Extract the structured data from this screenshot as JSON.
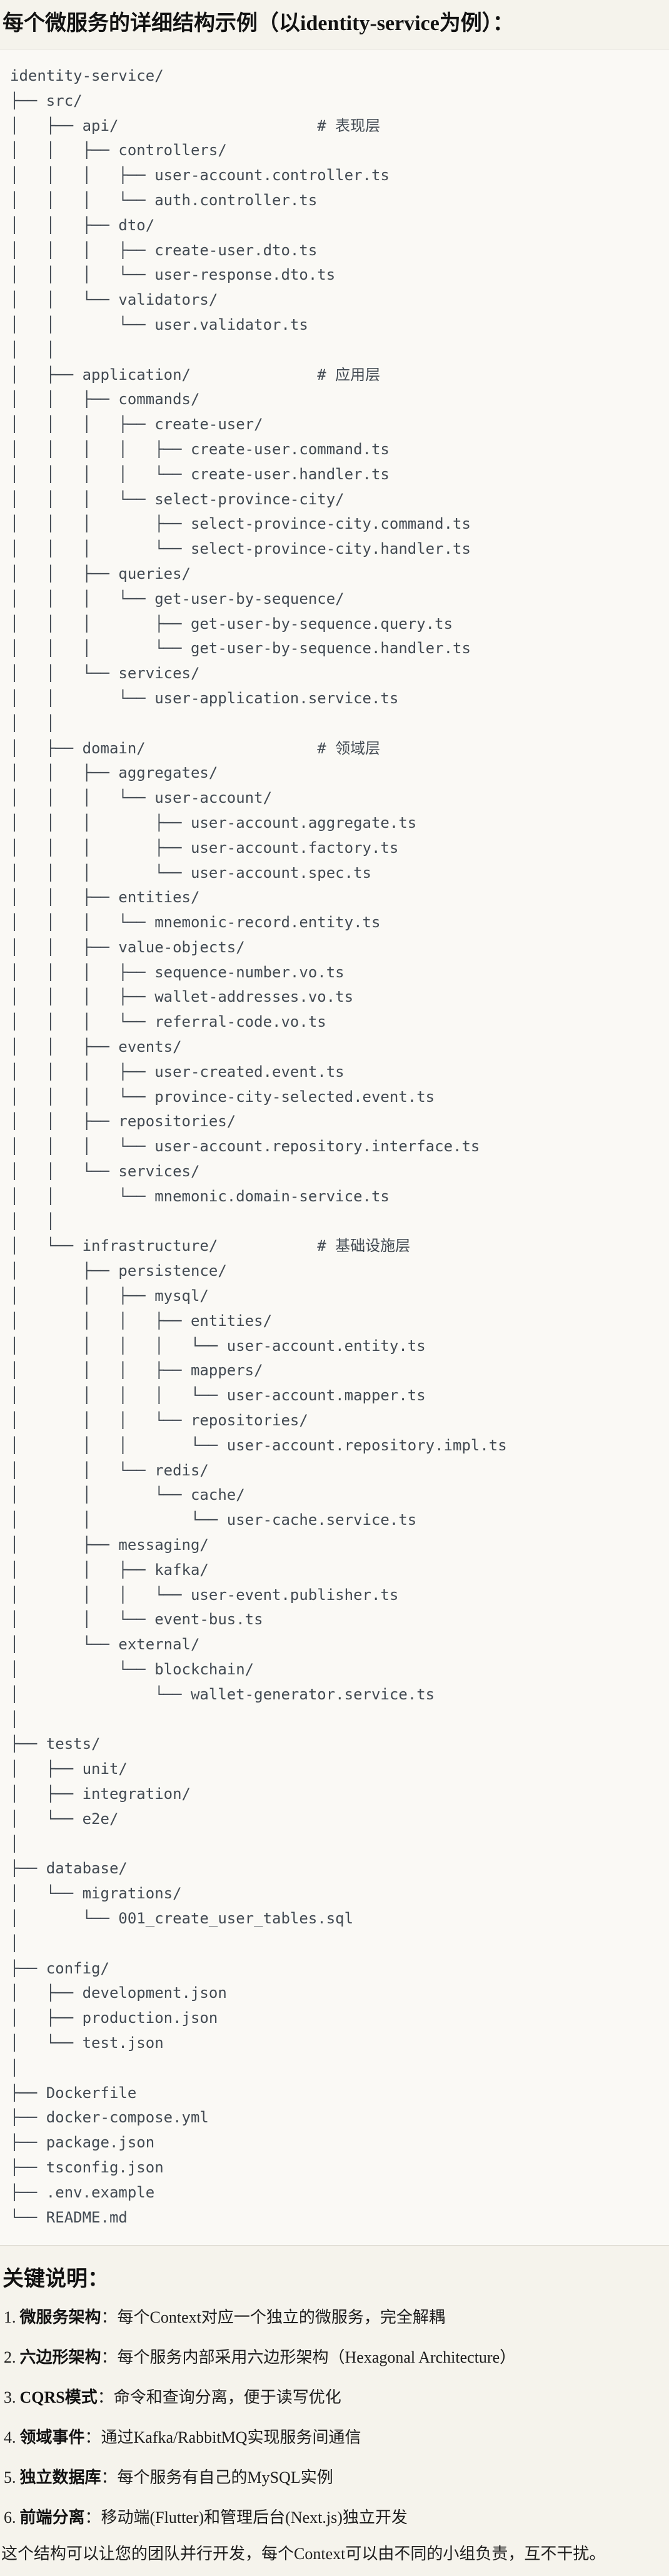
{
  "title": "每个微服务的详细结构示例（以identity-service为例）：",
  "colors": {
    "page_bg": "#f5f3ec",
    "code_bg": "#faf9f5",
    "tree_text": "#424a52",
    "body_text": "#1d1d1d",
    "divider": "#dcd9d0"
  },
  "tree_lines": [
    "identity-service/",
    "├── src/",
    "│   ├── api/                      # 表现层",
    "│   │   ├── controllers/",
    "│   │   │   ├── user-account.controller.ts",
    "│   │   │   └── auth.controller.ts",
    "│   │   ├── dto/",
    "│   │   │   ├── create-user.dto.ts",
    "│   │   │   └── user-response.dto.ts",
    "│   │   └── validators/",
    "│   │       └── user.validator.ts",
    "│   │",
    "│   ├── application/              # 应用层",
    "│   │   ├── commands/",
    "│   │   │   ├── create-user/",
    "│   │   │   │   ├── create-user.command.ts",
    "│   │   │   │   └── create-user.handler.ts",
    "│   │   │   └── select-province-city/",
    "│   │   │       ├── select-province-city.command.ts",
    "│   │   │       └── select-province-city.handler.ts",
    "│   │   ├── queries/",
    "│   │   │   └── get-user-by-sequence/",
    "│   │   │       ├── get-user-by-sequence.query.ts",
    "│   │   │       └── get-user-by-sequence.handler.ts",
    "│   │   └── services/",
    "│   │       └── user-application.service.ts",
    "│   │",
    "│   ├── domain/                   # 领域层",
    "│   │   ├── aggregates/",
    "│   │   │   └── user-account/",
    "│   │   │       ├── user-account.aggregate.ts",
    "│   │   │       ├── user-account.factory.ts",
    "│   │   │       └── user-account.spec.ts",
    "│   │   ├── entities/",
    "│   │   │   └── mnemonic-record.entity.ts",
    "│   │   ├── value-objects/",
    "│   │   │   ├── sequence-number.vo.ts",
    "│   │   │   ├── wallet-addresses.vo.ts",
    "│   │   │   └── referral-code.vo.ts",
    "│   │   ├── events/",
    "│   │   │   ├── user-created.event.ts",
    "│   │   │   └── province-city-selected.event.ts",
    "│   │   ├── repositories/",
    "│   │   │   └── user-account.repository.interface.ts",
    "│   │   └── services/",
    "│   │       └── mnemonic.domain-service.ts",
    "│   │",
    "│   └── infrastructure/           # 基础设施层",
    "│       ├── persistence/",
    "│       │   ├── mysql/",
    "│       │   │   ├── entities/",
    "│       │   │   │   └── user-account.entity.ts",
    "│       │   │   ├── mappers/",
    "│       │   │   │   └── user-account.mapper.ts",
    "│       │   │   └── repositories/",
    "│       │   │       └── user-account.repository.impl.ts",
    "│       │   └── redis/",
    "│       │       └── cache/",
    "│       │           └── user-cache.service.ts",
    "│       ├── messaging/",
    "│       │   ├── kafka/",
    "│       │   │   └── user-event.publisher.ts",
    "│       │   └── event-bus.ts",
    "│       └── external/",
    "│           └── blockchain/",
    "│               └── wallet-generator.service.ts",
    "│",
    "├── tests/",
    "│   ├── unit/",
    "│   ├── integration/",
    "│   └── e2e/",
    "│",
    "├── database/",
    "│   └── migrations/",
    "│       └── 001_create_user_tables.sql",
    "│",
    "├── config/",
    "│   ├── development.json",
    "│   ├── production.json",
    "│   └── test.json",
    "│",
    "├── Dockerfile",
    "├── docker-compose.yml",
    "├── package.json",
    "├── tsconfig.json",
    "├── .env.example",
    "└── README.md"
  ],
  "notes": {
    "heading": "关键说明：",
    "items": [
      {
        "num": "1.",
        "label": "微服务架构",
        "text": "：每个Context对应一个独立的微服务，完全解耦"
      },
      {
        "num": "2.",
        "label": "六边形架构",
        "text": "：每个服务内部采用六边形架构（Hexagonal Architecture）"
      },
      {
        "num": "3.",
        "label": "CQRS模式",
        "text": "：命令和查询分离，便于读写优化"
      },
      {
        "num": "4.",
        "label": "领域事件",
        "text": "：通过Kafka/RabbitMQ实现服务间通信"
      },
      {
        "num": "5.",
        "label": "独立数据库",
        "text": "：每个服务有自己的MySQL实例"
      },
      {
        "num": "6.",
        "label": "前端分离",
        "text": "：移动端(Flutter)和管理后台(Next.js)独立开发"
      }
    ],
    "closing": "这个结构可以让您的团队并行开发，每个Context可以由不同的小组负责，互不干扰。"
  }
}
